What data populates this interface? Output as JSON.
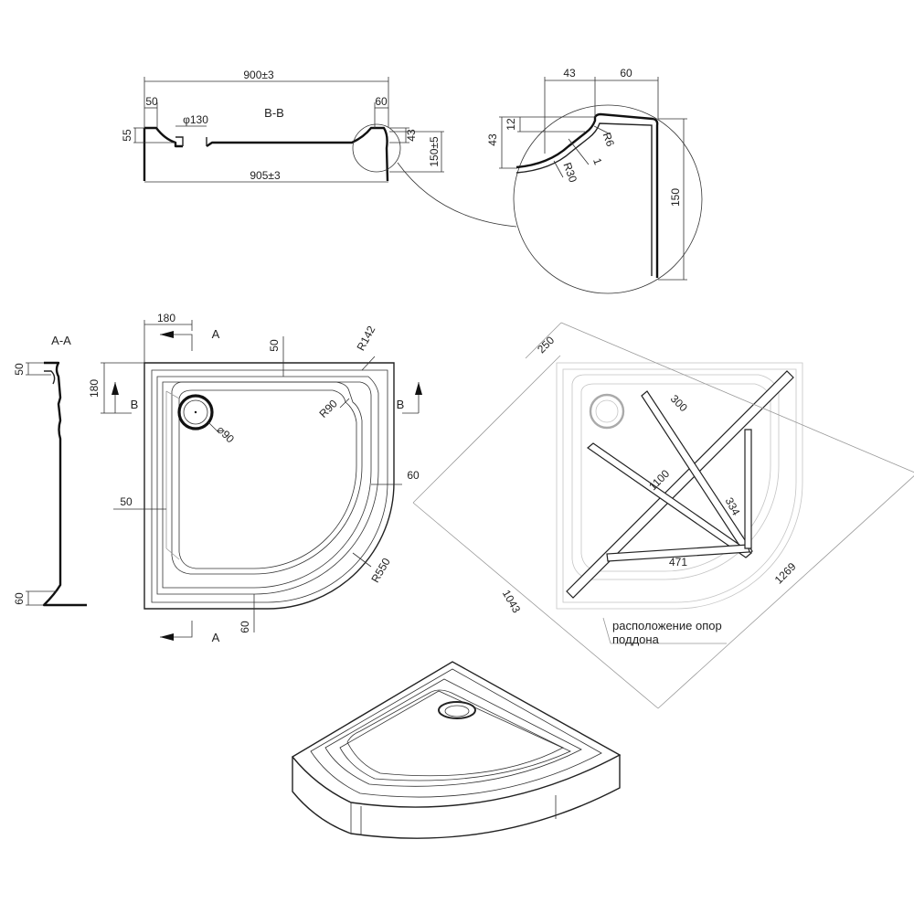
{
  "section_bb": {
    "title": "B-B",
    "dim_top": "900±3",
    "dim_bottom": "905±3",
    "dim_left": "50",
    "dim_right": "60",
    "dim_height_left": "55",
    "dim_height_right": "43",
    "dim_height_total": "150±5",
    "dim_drain": "φ130"
  },
  "detail": {
    "dim_43_top": "43",
    "dim_60_top": "60",
    "dim_12": "12",
    "dim_43_side": "43",
    "dim_r6": "R6",
    "dim_1": "1",
    "dim_r30": "R30",
    "dim_150": "150"
  },
  "section_aa": {
    "title": "A-A",
    "dim_top": "50",
    "dim_bottom": "60"
  },
  "plan": {
    "dim_180_top": "180",
    "dim_180_left": "180",
    "dim_50_top": "50",
    "dim_50_left": "50",
    "dim_r142": "R142",
    "dim_r90": "R90",
    "dim_drain": "⌀90",
    "dim_60_right": "60",
    "dim_60_bottom": "60",
    "dim_r550": "R550",
    "label_a_top": "A",
    "label_a_bottom": "A",
    "label_b_left": "B",
    "label_b_right": "B"
  },
  "supports": {
    "dim_250": "250",
    "dim_300": "300",
    "dim_1100": "1100",
    "dim_334": "334",
    "dim_471": "471",
    "dim_1043": "1043",
    "dim_1269": "1269",
    "note_line1": "расположение опор",
    "note_line2": "поддона"
  }
}
